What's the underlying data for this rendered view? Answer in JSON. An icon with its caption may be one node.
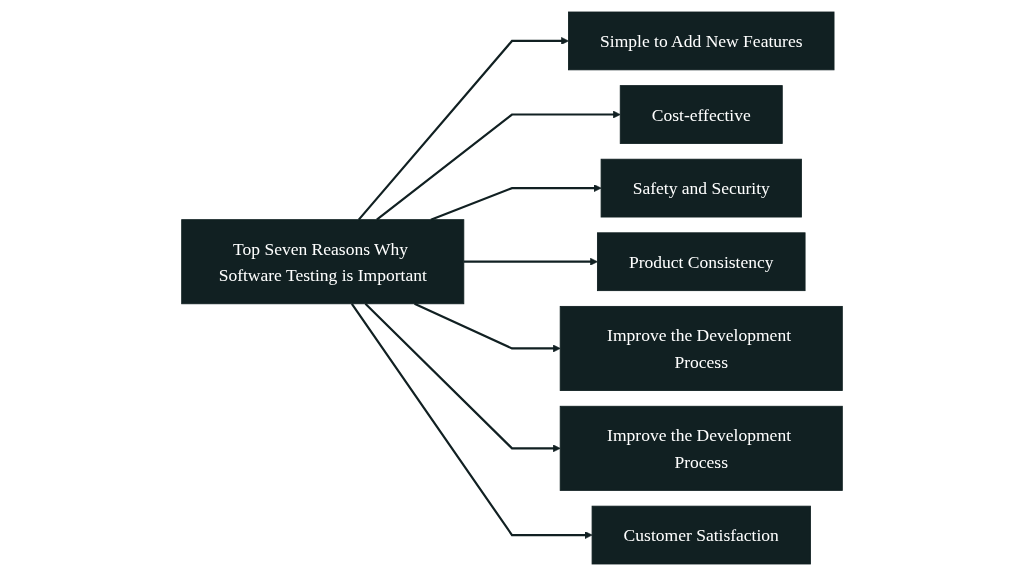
{
  "diagram": {
    "nodes": [
      {
        "text": [
          "Top Seven Reasons Why Software Testing is Important"
        ]
      },
      {
        "text": [
          "Simple to Add New Features"
        ]
      },
      {
        "text": [
          "Cost-effective"
        ]
      },
      {
        "text": [
          "Safety and Security"
        ]
      },
      {
        "text": [
          "Product Consistency"
        ]
      },
      {
        "text": [
          "Improve the Development Process"
        ]
      },
      {
        "text": [
          "Improve the Development Process"
        ]
      },
      {
        "text": [
          "Customer Satisfaction"
        ]
      }
    ],
    "edges": [
      {
        "from": 0,
        "to": 1,
        "arrow": "to"
      },
      {
        "from": 0,
        "to": 2,
        "arrow": "to"
      },
      {
        "from": 0,
        "to": 3,
        "arrow": "to"
      },
      {
        "from": 0,
        "to": 4,
        "arrow": "to"
      },
      {
        "from": 0,
        "to": 5,
        "arrow": "to"
      },
      {
        "from": 0,
        "to": 6,
        "arrow": "to"
      },
      {
        "from": 0,
        "to": 7,
        "arrow": "to"
      }
    ]
  }
}
